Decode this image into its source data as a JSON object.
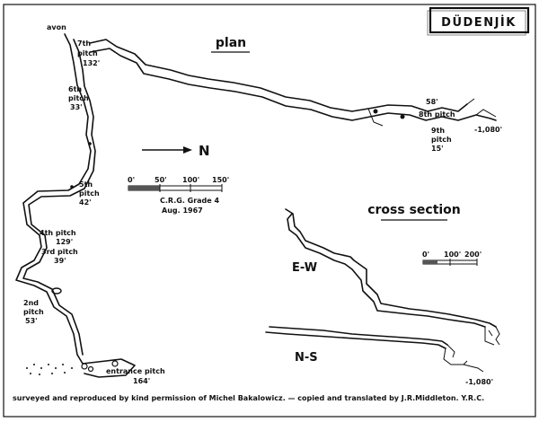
{
  "title": "DÜDENJİK",
  "plan": {
    "heading": "plan",
    "north_label": "N",
    "scale_ticks": [
      "0'",
      "50'",
      "100'",
      "150'"
    ],
    "grade": "C.R.G. Grade 4",
    "date": "Aug. 1967",
    "labels": {
      "avon": "avon",
      "p7": [
        "7th",
        "pitch",
        "132'"
      ],
      "p6": [
        "6th",
        "pitch",
        "33'"
      ],
      "p5": [
        "5th",
        "pitch",
        "42'"
      ],
      "p4": [
        "4th pitch",
        "129'"
      ],
      "p3": [
        "3rd pitch",
        "39'"
      ],
      "p2": [
        "2nd",
        "pitch",
        "53'"
      ],
      "entrance": [
        "entrance pitch",
        "164'"
      ],
      "p8_depth": "58'",
      "p8": "8th pitch",
      "p9": [
        "9th",
        "pitch",
        "15'"
      ],
      "end_depth": "-1,080'"
    }
  },
  "section": {
    "heading": "cross section",
    "scale_ticks": [
      "0'",
      "100'",
      "200'"
    ],
    "ew_label": "E-W",
    "ns_label": "N-S",
    "ns_depth": "-1,080'"
  },
  "footer": "surveyed and reproduced by kind permission of Michel Bakalowicz. — copied and translated by J.R.Middleton. Y.R.C."
}
